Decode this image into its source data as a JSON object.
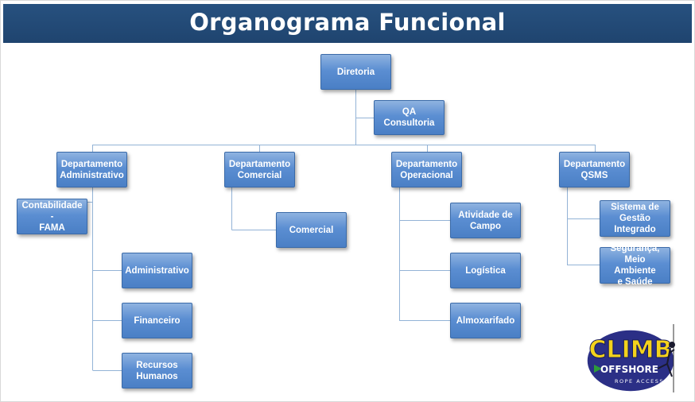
{
  "title": "Organograma Funcional",
  "nodes": {
    "diretoria": "Diretoria",
    "qa": "QA Consultoria",
    "dep_adm": "Departamento\nAdministrativo",
    "dep_com": "Departamento\nComercial",
    "dep_op": "Departamento\nOperacional",
    "dep_qsms": "Departamento\nQSMS",
    "contabilidade": "Contabilidade -\nFAMA",
    "administrativo": "Administrativo",
    "financeiro": "Financeiro",
    "rh": "Recursos\nHumanos",
    "comercial": "Comercial",
    "atividade": "Atividade de\nCampo",
    "logistica": "Logística",
    "almoxarifado": "Almoxarifado",
    "sgi": "Sistema de\nGestão\nIntegrado",
    "sms": "Segurança,\nMeio Ambiente\ne Saúde"
  },
  "logo": {
    "line1": "CLIMB",
    "line2": "OFFSHORE",
    "line3": "ROPE ACCESS"
  },
  "colors": {
    "banner": "#214a76",
    "box_top": "#8fb3e0",
    "box_bottom": "#4a7fc5",
    "connector": "#93b3d6"
  }
}
